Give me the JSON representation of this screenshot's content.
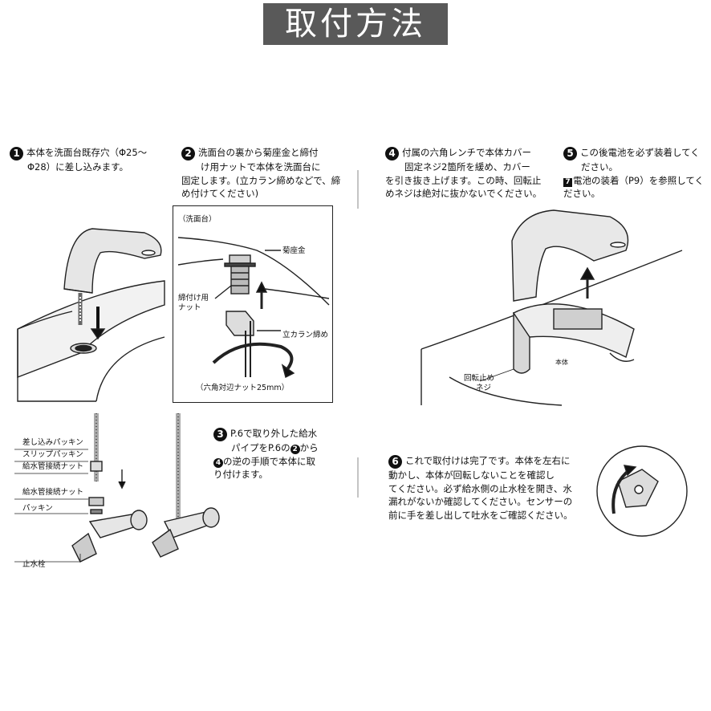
{
  "header": {
    "title": "取付方法"
  },
  "steps": {
    "s1": {
      "num": "1",
      "l1": "本体を洗面台既存穴（Φ25～",
      "l2": "Φ28）に差し込みます。"
    },
    "s2": {
      "num": "2",
      "l1": "洗面台の裏から菊座金と締付",
      "l2": "け用ナットで本体を洗面台に",
      "l3": "固定します。(立カラン締めなどで、締",
      "l4": "め付けてください)"
    },
    "s3": {
      "num": "3",
      "l1": "P.6で取り外した給水",
      "l2a": "パイプをP.6の",
      "mini_a": "2",
      "l2b": "から",
      "mini_b": "4",
      "l3": "の逆の手順で本体に取",
      "l4": "り付けます。"
    },
    "s4": {
      "num": "4",
      "l1": "付属の六角レンチで本体カバー",
      "l2": "固定ネジ2箇所を緩め、カバー",
      "l3": "を引き抜き上げます。この時、回転止",
      "l4": "めネジは絶対に抜かないでください。"
    },
    "s5": {
      "num": "5",
      "l1": "この後電池を必ず装着してく",
      "l2": "ださい。",
      "sq": "7",
      "l3": "電池の装着（P9）を参照してく",
      "l4": "ださい。"
    },
    "s6": {
      "num": "6",
      "l1": "これで取付けは完了です。本体を左右に",
      "l2": "動かし、本体が回転しないことを確認し",
      "l3": "てください。必ず給水側の止水栓を開き、水",
      "l4": "漏れがないか確認してください。センサーの",
      "l5": "前に手を差し出して吐水をご確認ください。"
    }
  },
  "labels": {
    "basin": "（洗面台）",
    "washer": "菊座金",
    "nut": "締付け用",
    "nut2": "ナット",
    "wrench": "立カラン締め",
    "hexnut": "（六角対辺ナット25mm）",
    "body": "本体",
    "rotstop": "回転止め",
    "rotstop2": "ネジ",
    "p1": "差し込みパッキン",
    "p2": "スリップパッキン",
    "p3": "給水管接続ナット",
    "p4": "給水管接続ナット",
    "p5": "パッキン",
    "valve": "止水栓"
  }
}
